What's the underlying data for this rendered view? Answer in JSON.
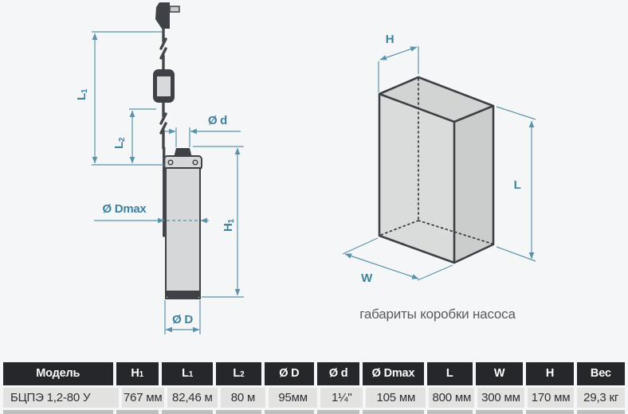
{
  "pump_diagram": {
    "l1": {
      "main": "L",
      "sub": "1"
    },
    "l2": {
      "main": "L",
      "sub": "2"
    },
    "h1": {
      "main": "H",
      "sub": "1"
    },
    "d_outlet": "Ø d",
    "d_max": "Ø Dmax",
    "d_body": "Ø D"
  },
  "box_diagram": {
    "h": "H",
    "l": "L",
    "w": "W",
    "caption": "габариты коробки насоса"
  },
  "table": {
    "columns": [
      {
        "label": "Модель",
        "sub": ""
      },
      {
        "label": "H",
        "sub": "1"
      },
      {
        "label": "L",
        "sub": "1"
      },
      {
        "label": "L",
        "sub": "2"
      },
      {
        "label": "Ø D",
        "sub": ""
      },
      {
        "label": "Ø d",
        "sub": ""
      },
      {
        "label": "Ø Dmax",
        "sub": ""
      },
      {
        "label": "L",
        "sub": ""
      },
      {
        "label": "W",
        "sub": ""
      },
      {
        "label": "H",
        "sub": ""
      },
      {
        "label": "Вес",
        "sub": ""
      }
    ],
    "row": [
      "БЦПЭ 1,2-80 У",
      "767 мм",
      "82,46 м",
      "80 м",
      "95мм",
      "1¼\"",
      "105 мм",
      "800 мм",
      "300 мм",
      "170 мм",
      "29,3 кг"
    ]
  },
  "colors": {
    "background": "#f4f6f7",
    "dimension_line": "#5b93ab",
    "dimension_label": "#40829f",
    "drawing_dark": "#3e4246",
    "drawing_fill": "#d6d7d8",
    "table_header_bg": "#25272a",
    "table_header_text": "#fcfcfc",
    "table_row_bg": "#e2e2e1",
    "table_next_row_bg": "#bdbebe"
  }
}
